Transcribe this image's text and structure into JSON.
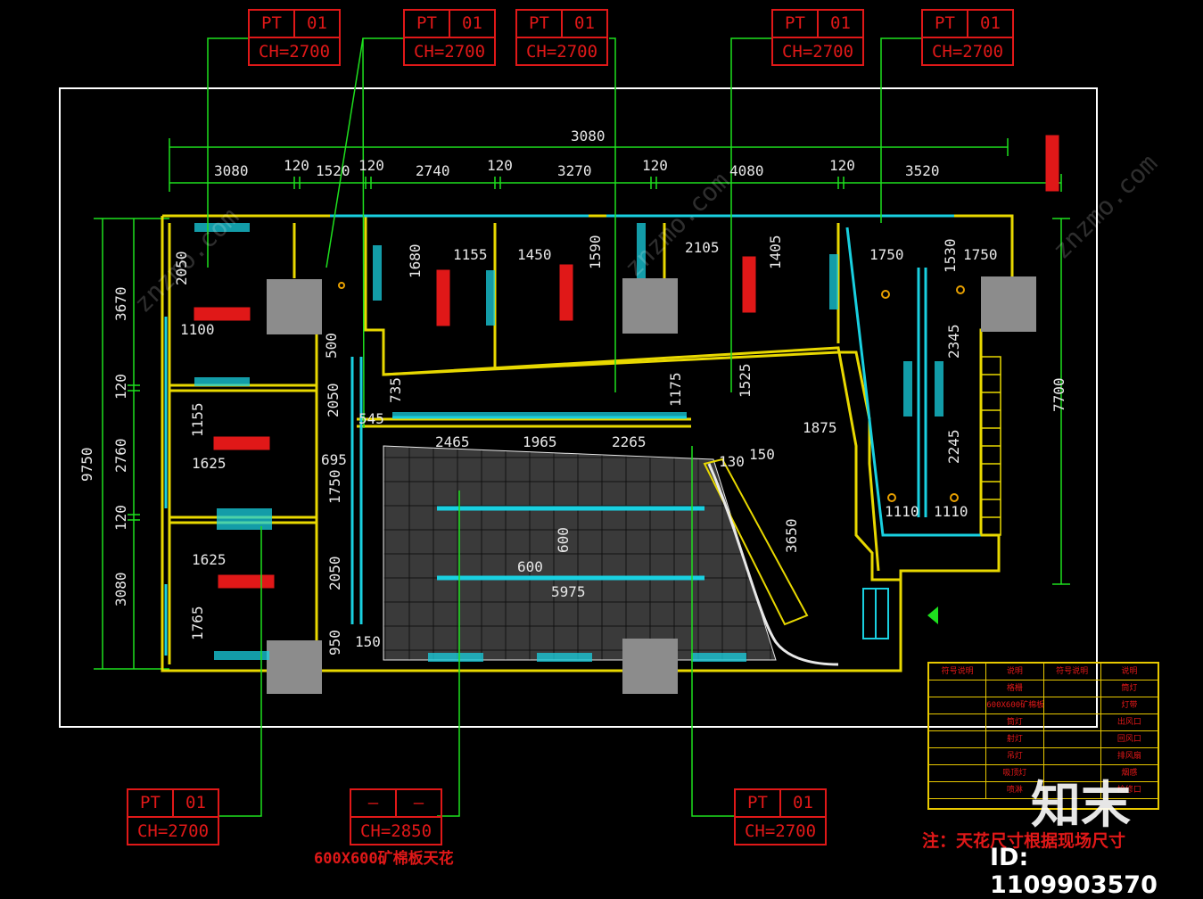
{
  "tags": [
    {
      "code": "PT",
      "num": "01",
      "ch": "CH=2700"
    },
    {
      "code": "PT",
      "num": "01",
      "ch": "CH=2700"
    },
    {
      "code": "PT",
      "num": "01",
      "ch": "CH=2700"
    },
    {
      "code": "PT",
      "num": "01",
      "ch": "CH=2700"
    },
    {
      "code": "PT",
      "num": "01",
      "ch": "CH=2700"
    },
    {
      "code": "PT",
      "num": "01",
      "ch": "CH=2700"
    },
    {
      "code": "—",
      "num": "—",
      "ch": "CH=2850"
    },
    {
      "code": "PT",
      "num": "01",
      "ch": "CH=2700"
    }
  ],
  "top_dims": {
    "overall": "3080",
    "segments": [
      "3080",
      "120",
      "1520",
      "120",
      "2740",
      "120",
      "3270",
      "120",
      "4080",
      "120",
      "3520"
    ]
  },
  "left_dims": {
    "overall": "9750",
    "segments": [
      "3670",
      "120",
      "2760",
      "120",
      "3080"
    ]
  },
  "right_dim": "7700",
  "inner_dims": [
    "2050",
    "1100",
    "1155",
    "1625",
    "1625",
    "1765",
    "1680",
    "1155",
    "1450",
    "1590",
    "2105",
    "1405",
    "1750",
    "1530",
    "1750",
    "500",
    "735",
    "2050",
    "545",
    "1175",
    "1525",
    "1875",
    "2465",
    "1965",
    "2265",
    "695",
    "1750",
    "2050",
    "950",
    "150",
    "130",
    "150",
    "3650",
    "2345",
    "2245",
    "1110",
    "1110",
    "600",
    "600",
    "5975"
  ],
  "legend": {
    "header": [
      "符号说明",
      "说明",
      "符号说明",
      "说明"
    ],
    "rows": [
      [
        "",
        "格栅",
        "",
        "筒灯"
      ],
      [
        "",
        "600X600矿棉板",
        "",
        "灯带"
      ],
      [
        "",
        "筒灯",
        "",
        "出风口"
      ],
      [
        "",
        "射灯",
        "",
        "回风口"
      ],
      [
        "",
        "吊灯",
        "",
        "排风扇"
      ],
      [
        "",
        "吸顶灯",
        "",
        "烟感"
      ],
      [
        "",
        "喷淋",
        "",
        "检修口"
      ]
    ]
  },
  "ceiling_label": "600X600矿棉板天花",
  "note": "注：天花尺寸根据现场尺寸",
  "brand": {
    "logo": "知末",
    "id": "ID: 1109903570"
  },
  "watermark": "znzmo.com",
  "colors": {
    "wall": "#e8d800",
    "glass": "#19d0e0",
    "leader": "#1ee01e",
    "text": "#e01818",
    "dim": "#e8e8e8",
    "column": "#8c8c8c"
  }
}
